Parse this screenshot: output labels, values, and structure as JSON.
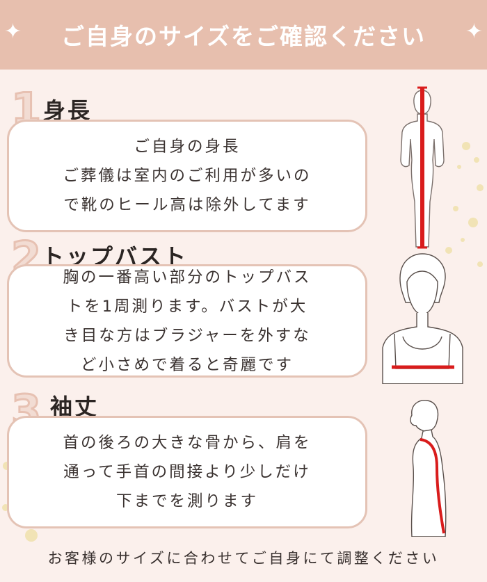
{
  "header": {
    "title": "ご自身のサイズをご確認ください",
    "sparkle": "✦"
  },
  "sections": [
    {
      "number": "1",
      "title": "身長",
      "lines": [
        "ご自身の身長",
        "ご葬儀は室内のご利用が多いの",
        "で靴のヒール高は除外してます"
      ],
      "illustration_icon": "full-body-height-figure"
    },
    {
      "number": "2",
      "title": "トップバスト",
      "lines": [
        "胸の一番高い部分のトップバス",
        "トを1周測ります。バストが大",
        "き目な方はブラジャーを外すな",
        "ど小さめで着ると奇麗です"
      ],
      "illustration_icon": "bust-measurement-figure"
    },
    {
      "number": "3",
      "title": "袖丈",
      "lines": [
        "首の後ろの大きな骨から、肩を",
        "通って手首の間接より少しだけ",
        "下までを測ります"
      ],
      "illustration_icon": "sleeve-length-figure"
    }
  ],
  "footer": {
    "text": "お客様のサイズに合わせてご自身にて調整ください"
  },
  "colors": {
    "header_bg": "#e7bfae",
    "accent_red": "#d91c1c",
    "box_border": "#e4c3b5",
    "page_bg": "#fbf0ec"
  }
}
